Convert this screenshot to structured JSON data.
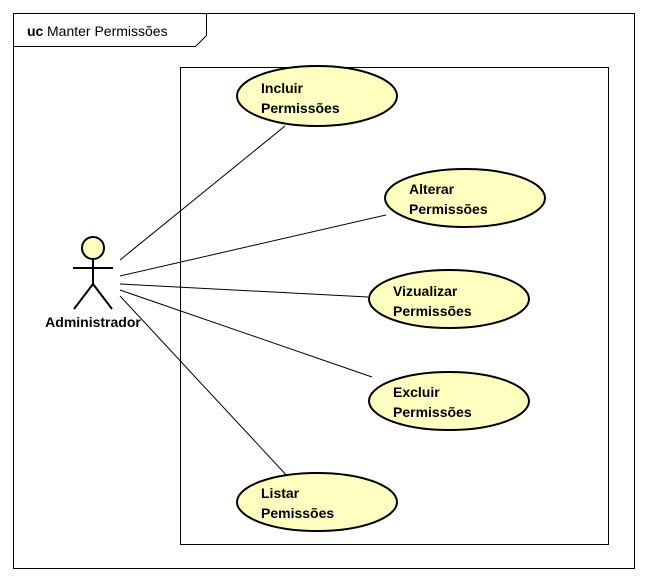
{
  "frame": {
    "keyword": "uc",
    "title": "Manter Permissões"
  },
  "actor": {
    "label": "Administrador"
  },
  "use_cases": [
    {
      "line1": "Incluir",
      "line2": "Permissões"
    },
    {
      "line1": "Alterar",
      "line2": "Permissões"
    },
    {
      "line1": "Vizualizar",
      "line2": "Permissões"
    },
    {
      "line1": "Excluir",
      "line2": "Permissões"
    },
    {
      "line1": "Listar",
      "line2": "Pemissões"
    }
  ],
  "colors": {
    "use_case_fill": "#ffffc0",
    "stroke": "#000000"
  }
}
